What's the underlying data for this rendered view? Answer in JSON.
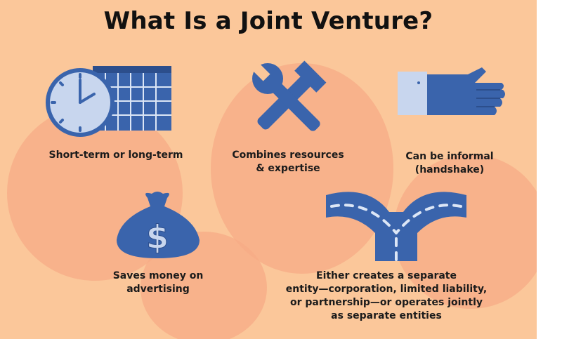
{
  "title": "What Is a Joint Venture?",
  "features": [
    {
      "icon": "clock-calendar-icon",
      "lines": [
        "Short-term or long-term"
      ]
    },
    {
      "icon": "wrench-hammer-icon",
      "lines": [
        "Combines resources",
        "& expertise"
      ]
    },
    {
      "icon": "handshake-hand-icon",
      "lines": [
        "Can be informal",
        "(handshake)"
      ]
    },
    {
      "icon": "money-bag-icon",
      "lines": [
        "Saves money on",
        "advertising"
      ]
    },
    {
      "icon": "forked-road-icon",
      "lines": [
        "Either creates a separate",
        "entity—corporation, limited liability,",
        "or partnership—or operates jointly",
        "as separate entities"
      ]
    }
  ],
  "colors": {
    "background": "#fbc79a",
    "accent_blob": "#f7ab86",
    "icon_blue": "#3a64ac",
    "icon_light": "#c8d6ee"
  }
}
